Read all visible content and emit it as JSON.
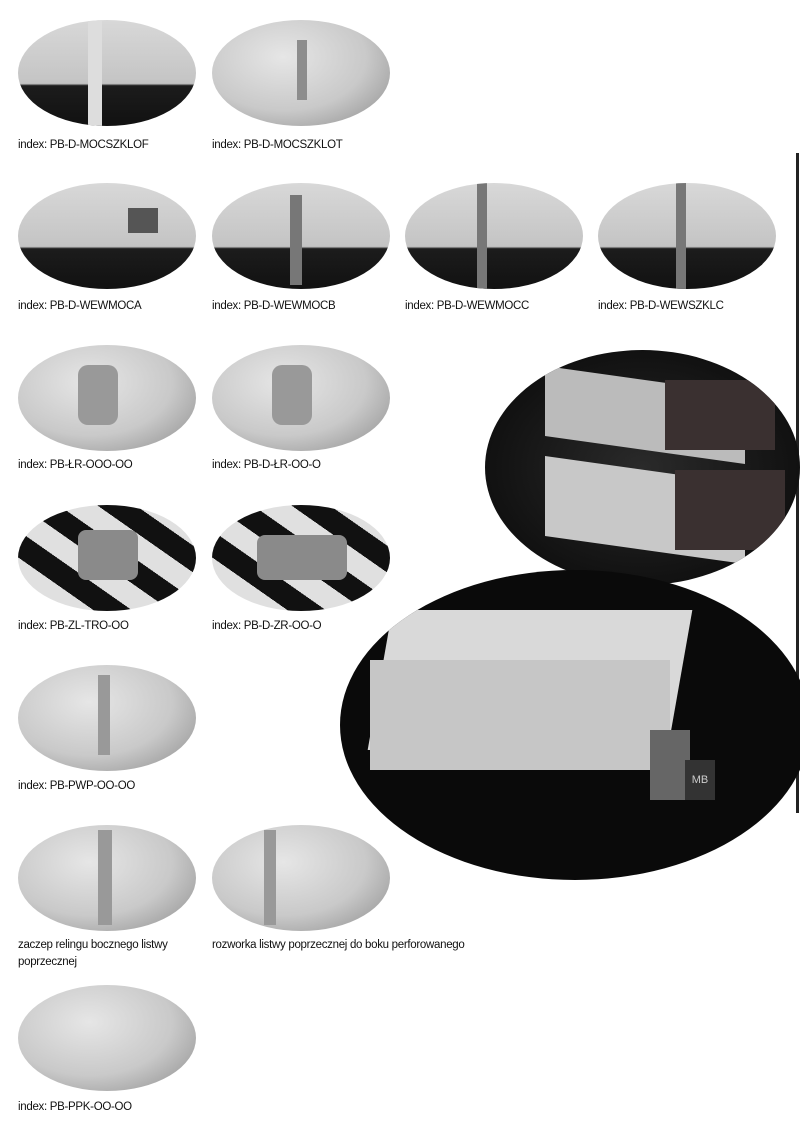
{
  "items": [
    {
      "label": "index: PB-D-MOCSZKLOF"
    },
    {
      "label": "index: PB-D-MOCSZKLOT"
    },
    {
      "label": "index: PB-D-WEWMOCA"
    },
    {
      "label": "index: PB-D-WEWMOCB"
    },
    {
      "label": "index: PB-D-WEWMOCC"
    },
    {
      "label": "index: PB-D-WEWSZKLC"
    },
    {
      "label": "index: PB-ŁR-OOO-OO"
    },
    {
      "label": "index: PB-D-ŁR-OO-O"
    },
    {
      "label": "index: PB-ZL-TRO-OO"
    },
    {
      "label": "index: PB-D-ZR-OO-O"
    },
    {
      "label": "index: PB-PWP-OO-OO"
    },
    {
      "label": "zaczep relingu bocznego listwy poprzecznej"
    },
    {
      "label": "rozworka listwy poprzecznej do boku perforowanego"
    },
    {
      "label": "index: PB-PPK-OO-OO"
    }
  ],
  "logo_text": "MB"
}
